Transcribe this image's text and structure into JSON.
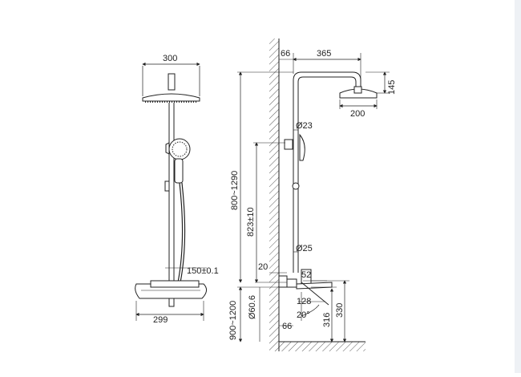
{
  "diagram": {
    "front_view": {
      "head_width": "300",
      "hand_spacing": "150±0.1",
      "base_width": "299"
    },
    "side_view": {
      "wall_offset_top": "66",
      "arm_length": "365",
      "head_height": "145",
      "head_diameter": "200",
      "pipe_upper_dia": "Ø23",
      "total_height": "800~1290",
      "holder_height": "823±10",
      "pipe_lower_dia": "Ø25",
      "mixer_gap": "20",
      "mixer_width": "52",
      "inlet_dia": "Ø60.6",
      "spout_length": "128",
      "spout_angle": "20°",
      "floor_height": "900~1200",
      "wall_offset_bottom": "66",
      "mixer_height_a": "316",
      "mixer_height_b": "330"
    }
  }
}
